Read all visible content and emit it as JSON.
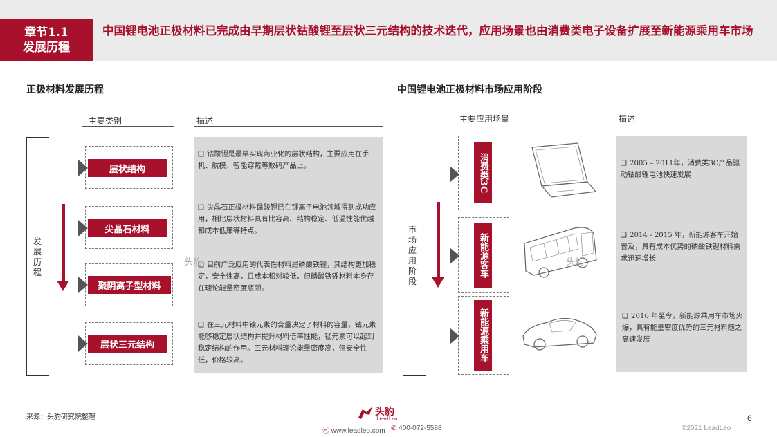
{
  "header": {
    "tag_line1": "章节1.1",
    "tag_line2": "发展历程",
    "title": "中国锂电池正极材料已完成由早期层状钴酸锂至层状三元结构的技术迭代，应用场景也由消费类电子设备扩展至新能源乘用车市场"
  },
  "left": {
    "title": "正极材料发展历程",
    "col1": "主要类别",
    "col2": "描述",
    "side_label": "发展历程",
    "items": [
      {
        "label": "层状结构",
        "desc": "钴酸锂是最早实现商业化的层状结构，主要应用在手机、航模、智能穿戴等数码产品上。"
      },
      {
        "label": "尖晶石材料",
        "desc": "尖晶石正极材料锰酸锂已在锂离子电池领域得到成功应用，相比层状材料具有比容高、结构稳定、低温性能优越和成本低廉等特点。"
      },
      {
        "label": "聚阴离子型材料",
        "desc": "目前广泛应用的代表性材料是磷酸铁锂，其结构更加稳定，安全性高，且成本相对较低。但磷酸铁锂材料本身存在理论能量密度瓶颈。"
      },
      {
        "label": "层状三元结构",
        "desc": "在三元材料中镍元素的含量决定了材料的容量，钴元素能够稳定层状结构并提升材料倍率性能，锰元素可以起到稳定结构的作用。三元材料理论能量密度高，但安全性低，价格较高。"
      }
    ]
  },
  "right": {
    "title": "中国锂电池正极材料市场应用阶段",
    "col1": "主要应用场景",
    "col2": "描述",
    "side_label": "市场应用阶段",
    "items": [
      {
        "label": "消费类3C",
        "desc": "2005 – 2011年，消费类3C产品驱动钴酸锂电池快速发展",
        "icon": "laptop-icon"
      },
      {
        "label": "新能源客车",
        "desc": "2014 - 2015 年，新能源客车开始普及，具有成本优势的磷酸铁锂材料需求迅速增长",
        "icon": "bus-icon"
      },
      {
        "label": "新能源乘用车",
        "desc": "2016 年至今，新能源乘用车市场火爆，具有能量密度优势的三元材料随之高速发展",
        "icon": "sports-car-icon"
      }
    ]
  },
  "watermark": "头豹",
  "footer": {
    "source": "来源：头豹研究院整理",
    "brand": "头豹",
    "brand_sub": "LeadLeo",
    "website": "www.leadleo.com",
    "phone": "400-072-5588",
    "copyright": "©2021 LeadLeo",
    "page_number": "6"
  },
  "colors": {
    "accent": "#a7112b",
    "panel": "#d9d9d9",
    "header_band": "#ebebeb"
  }
}
